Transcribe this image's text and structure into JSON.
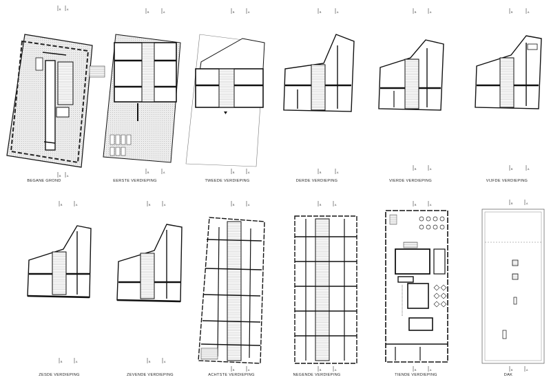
{
  "sheet": {
    "title": "",
    "section_markers": {
      "a": "A",
      "b": "B"
    }
  },
  "plans": [
    {
      "id": "begane-grond",
      "label": "BEGANE GROND"
    },
    {
      "id": "eerste-verdieping",
      "label": "EERSTE VERDIEPING"
    },
    {
      "id": "tweede-verdieping",
      "label": "TWEEDE VERDIEPING"
    },
    {
      "id": "derde-verdieping",
      "label": "DERDE VERDIEPING"
    },
    {
      "id": "vierde-verdieping",
      "label": "VIERDE VERDIEPING"
    },
    {
      "id": "vijfde-verdieping",
      "label": "VIJFDE VERDIEPING"
    },
    {
      "id": "zesde-verdieping",
      "label": "ZESDE VERDIEPING"
    },
    {
      "id": "zevende-verdieping",
      "label": "ZEVENDE VERDIEPING"
    },
    {
      "id": "achtste-verdieping",
      "label": "ACHTSTE VERDIEPING"
    },
    {
      "id": "negende-verdieping",
      "label": "NEGENDE VERDIEPING"
    },
    {
      "id": "tiende-verdieping",
      "label": "TIENDE VERDIEPING"
    },
    {
      "id": "dak",
      "label": "DAK"
    }
  ],
  "colors": {
    "ink": "#111111",
    "hatch": "#cfcfcf",
    "fill": "#d9d9d9",
    "paper": "#ffffff",
    "thin": "#777777"
  }
}
